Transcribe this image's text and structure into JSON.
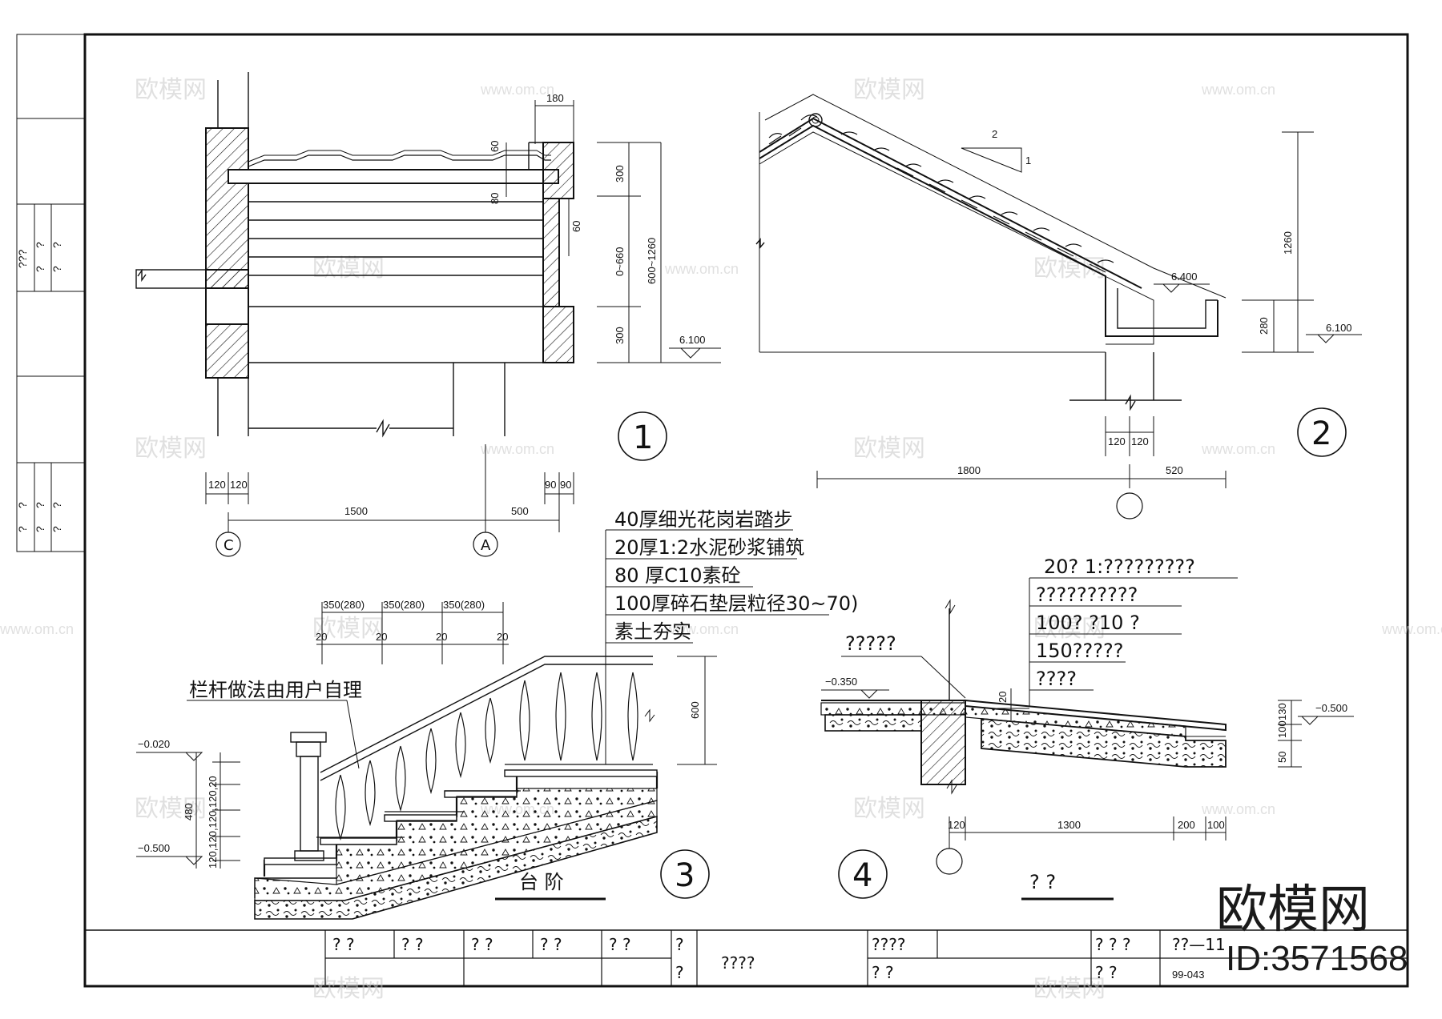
{
  "detail1": {
    "top_dim": "180",
    "dim_60_a": "60",
    "dim_80": "80",
    "dim_60_b": "60",
    "dim_300_a": "300",
    "dim_0_660": "0~660",
    "dim_600_1260": "600~1260",
    "dim_300_b": "300",
    "elev": "6.100",
    "dim_120_a": "120",
    "dim_120_b": "120",
    "dim_90_a": "90",
    "dim_90_b": "90",
    "dim_1500": "1500",
    "dim_500": "500",
    "axis_c": "C",
    "axis_a": "A",
    "number": "1"
  },
  "detail2": {
    "slope_run": "2",
    "slope_rise": "1",
    "elev_top": "6.400",
    "elev_bottom": "6.100",
    "dim_1260": "1260",
    "dim_280": "280",
    "dim_120_a": "120",
    "dim_120_b": "120",
    "dim_1800": "1800",
    "dim_520": "520",
    "number": "2"
  },
  "detail3": {
    "layers": [
      "40厚细光花岗岩踏步",
      "20厚1:2水泥砂浆铺筑",
      "80 厚C10素砼",
      "100厚碎石垫层粒径30~70)",
      "素土夯实"
    ],
    "tread_dims": [
      "350(280)",
      "350(280)",
      "350(280)"
    ],
    "tread_20": [
      "20",
      "20",
      "20",
      "20"
    ],
    "railing_note": "栏杆做法由用户自理",
    "dim_600": "600",
    "elev_top": "−0.020",
    "elev_bottom": "−0.500",
    "dim_480": "480",
    "riser_dims": "120,120,120,120,20",
    "title": "台  阶",
    "number": "3"
  },
  "detail4": {
    "layers": [
      "20?  1:?????????",
      "??????????",
      "100?  ?10  ?",
      "150?????",
      "????"
    ],
    "top_label": "?????",
    "elev_left": "−0.350",
    "elev_right": "−0.500",
    "dim_20": "20",
    "dim_130": "130",
    "dim_100": "100",
    "dim_50": "50",
    "dim_120": "120",
    "dim_1300": "1300",
    "dim_200": "200",
    "dim_100b": "100",
    "title": "?   ?",
    "number": "4"
  },
  "left_strip": {
    "row1": [
      "???",
      "?",
      "?"
    ],
    "row2": [
      "?",
      "?",
      "?"
    ],
    "row3": [
      "?",
      "?",
      "?"
    ],
    "row4": [
      "?",
      "?",
      "?"
    ]
  },
  "title_block": {
    "cells_row1": [
      "?    ?",
      "?    ?",
      "?    ?",
      "?    ?",
      "?    ?",
      "?"
    ],
    "cell_row2": "?",
    "drawing_name": "????",
    "col_a_top": "????",
    "col_a_bottom": "?      ?",
    "col_b_top": "?   ?   ?",
    "col_b_bottom": "?        ?",
    "col_c_top": "??—11",
    "col_c_bottom": "99-043"
  },
  "watermark": {
    "brand": "欧模网",
    "url": "www.om.cn",
    "logo_text": "欧模网",
    "id_text": "ID:3571568"
  }
}
